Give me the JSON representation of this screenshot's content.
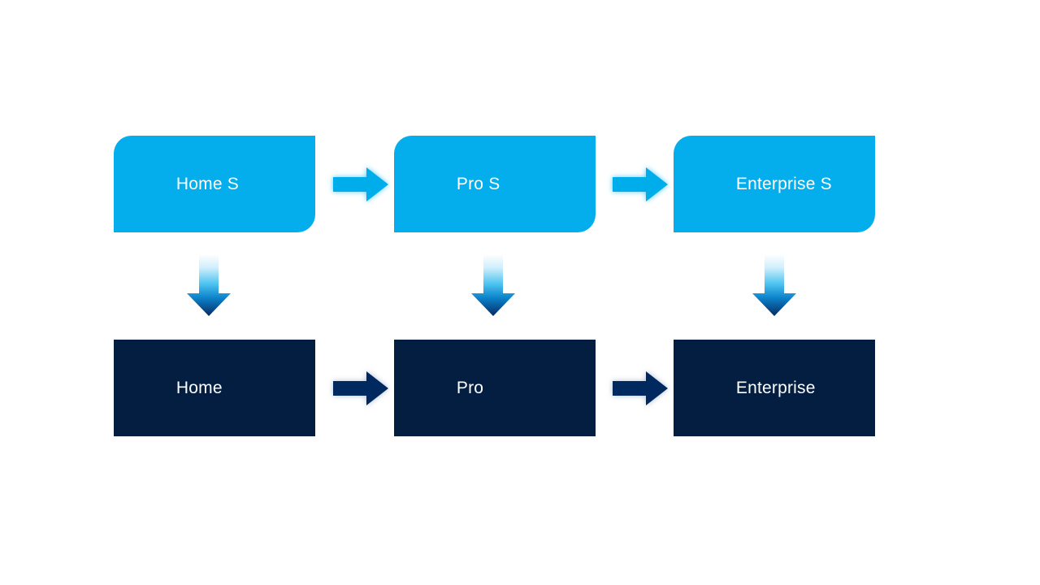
{
  "diagram": {
    "type": "process-flow",
    "title": "",
    "background_color": "#ffffff",
    "colors": {
      "tier_s_fill": "#04adeb",
      "tier_base_fill": "#041e42",
      "label_text": "#ffffff",
      "arrow_cyan": "#04adeb",
      "arrow_navy": "#062b5e",
      "vertical_arrow_gradient_top": "#ffffff",
      "vertical_arrow_gradient_mid": "#29b6ec",
      "vertical_arrow_gradient_bottom": "#052a63"
    },
    "top_row": {
      "row_name": "tier-s-row",
      "nodes": [
        {
          "id": "home-s",
          "label": "Home S"
        },
        {
          "id": "pro-s",
          "label": "Pro S"
        },
        {
          "id": "enterprise-s",
          "label": "Enterprise S"
        }
      ],
      "connectors": [
        {
          "id": "home-s-to-pro-s",
          "icon": "arrow-right-icon",
          "direction": "right"
        },
        {
          "id": "pro-s-to-enterprise-s",
          "icon": "arrow-right-icon",
          "direction": "right"
        }
      ]
    },
    "bottom_row": {
      "row_name": "tier-base-row",
      "nodes": [
        {
          "id": "home",
          "label": "Home"
        },
        {
          "id": "pro",
          "label": "Pro"
        },
        {
          "id": "enterprise",
          "label": "Enterprise"
        }
      ],
      "connectors": [
        {
          "id": "home-to-pro",
          "icon": "arrow-right-icon",
          "direction": "right"
        },
        {
          "id": "pro-to-enterprise",
          "icon": "arrow-right-icon",
          "direction": "right"
        }
      ]
    },
    "vertical_connectors": [
      {
        "id": "home-s-to-home",
        "icon": "arrow-down-icon",
        "direction": "down"
      },
      {
        "id": "pro-s-to-pro",
        "icon": "arrow-down-icon",
        "direction": "down"
      },
      {
        "id": "enterprise-s-to-enterprise",
        "icon": "arrow-down-icon",
        "direction": "down"
      }
    ]
  }
}
